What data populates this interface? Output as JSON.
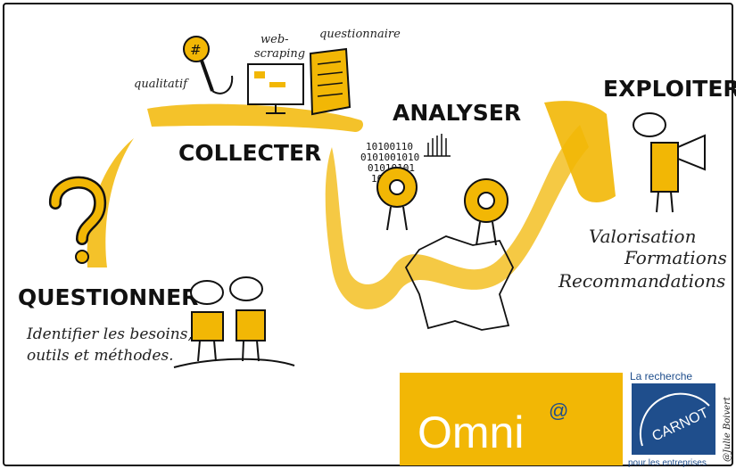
{
  "steps": {
    "questionner": {
      "title": "QUESTIONNER",
      "caption_line1": "Identifier les besoins,",
      "caption_line2": "outils et méthodes."
    },
    "collecter": {
      "title": "COLLECTER",
      "label_qualitatif": "qualitatif",
      "label_web": "web-",
      "label_scraping": "scraping",
      "label_questionnaire": "questionnaire"
    },
    "analyser": {
      "title": "ANALYSER",
      "binary_line1": "10100110",
      "binary_line2": "0101001010",
      "binary_line3": "01010101",
      "binary_line4": "101001"
    },
    "exploiter": {
      "title": "EXPLOITER",
      "item1": "Valorisation",
      "item2": "Formations",
      "item3": "Recommandations"
    }
  },
  "logos": {
    "omni": {
      "text": "Omni",
      "at": "@",
      "color": "#f2b705"
    },
    "carnot": {
      "top": "La recherche",
      "word": "CARNOT",
      "bottom": "pour les entreprises",
      "color": "#1f4e8c"
    }
  },
  "signature": "@Julie Boivert",
  "colors": {
    "accent": "#f2b705",
    "ink": "#111111"
  }
}
